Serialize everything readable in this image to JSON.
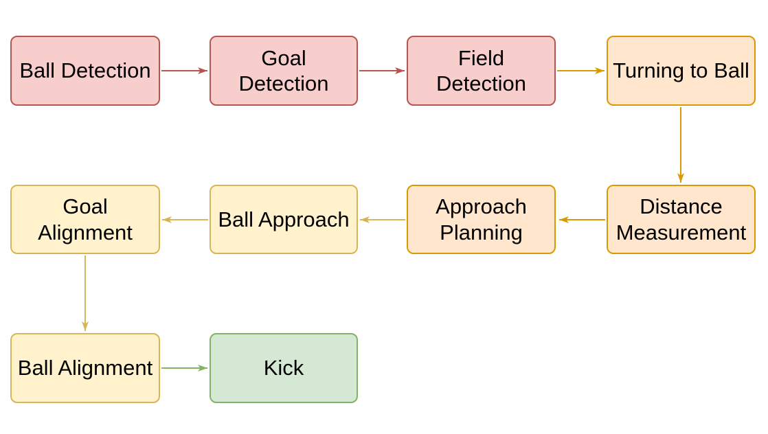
{
  "diagram": {
    "palette": {
      "pink_fill": "#f8cecc",
      "pink_stroke": "#b85450",
      "orange_fill": "#ffe6cc",
      "orange_stroke": "#d79b00",
      "yellow_fill": "#fff2cc",
      "yellow_stroke": "#d6b656",
      "green_fill": "#d5e8d4",
      "green_stroke": "#82b366",
      "text_color": "#000000",
      "background": "#ffffff"
    },
    "nodes": [
      {
        "id": "ball-detection",
        "label": "Ball Detection",
        "fill": "#f8cecc",
        "stroke": "#b85450"
      },
      {
        "id": "goal-detection",
        "label": "Goal\nDetection",
        "fill": "#f8cecc",
        "stroke": "#b85450"
      },
      {
        "id": "field-detection",
        "label": "Field\nDetection",
        "fill": "#f8cecc",
        "stroke": "#b85450"
      },
      {
        "id": "turning-to-ball",
        "label": "Turning to Ball",
        "fill": "#ffe6cc",
        "stroke": "#d79b00"
      },
      {
        "id": "distance-measurement",
        "label": "Distance\nMeasurement",
        "fill": "#ffe6cc",
        "stroke": "#d79b00"
      },
      {
        "id": "approach-planning",
        "label": "Approach\nPlanning",
        "fill": "#ffe6cc",
        "stroke": "#d79b00"
      },
      {
        "id": "ball-approach",
        "label": "Ball Approach",
        "fill": "#fff2cc",
        "stroke": "#d6b656"
      },
      {
        "id": "goal-alignment",
        "label": "Goal\nAlignment",
        "fill": "#fff2cc",
        "stroke": "#d6b656"
      },
      {
        "id": "ball-alignment",
        "label": "Ball Alignment",
        "fill": "#fff2cc",
        "stroke": "#d6b656"
      },
      {
        "id": "kick",
        "label": "Kick",
        "fill": "#d5e8d4",
        "stroke": "#82b366"
      }
    ],
    "edges": [
      {
        "from": "Ball Detection",
        "to": "Goal Detection",
        "direction": "right",
        "color": "#b85450"
      },
      {
        "from": "Goal Detection",
        "to": "Field Detection",
        "direction": "right",
        "color": "#b85450"
      },
      {
        "from": "Field Detection",
        "to": "Turning to Ball",
        "direction": "right",
        "color": "#d79b00"
      },
      {
        "from": "Turning to Ball",
        "to": "Distance Measurement",
        "direction": "down",
        "color": "#d79b00"
      },
      {
        "from": "Distance Measurement",
        "to": "Approach Planning",
        "direction": "left",
        "color": "#d79b00"
      },
      {
        "from": "Approach Planning",
        "to": "Ball Approach",
        "direction": "left",
        "color": "#d6b656"
      },
      {
        "from": "Ball Approach",
        "to": "Goal Alignment",
        "direction": "left",
        "color": "#d6b656"
      },
      {
        "from": "Goal Alignment",
        "to": "Ball Alignment",
        "direction": "down",
        "color": "#d6b656"
      },
      {
        "from": "Ball Alignment",
        "to": "Kick",
        "direction": "right",
        "color": "#82b366"
      }
    ]
  }
}
